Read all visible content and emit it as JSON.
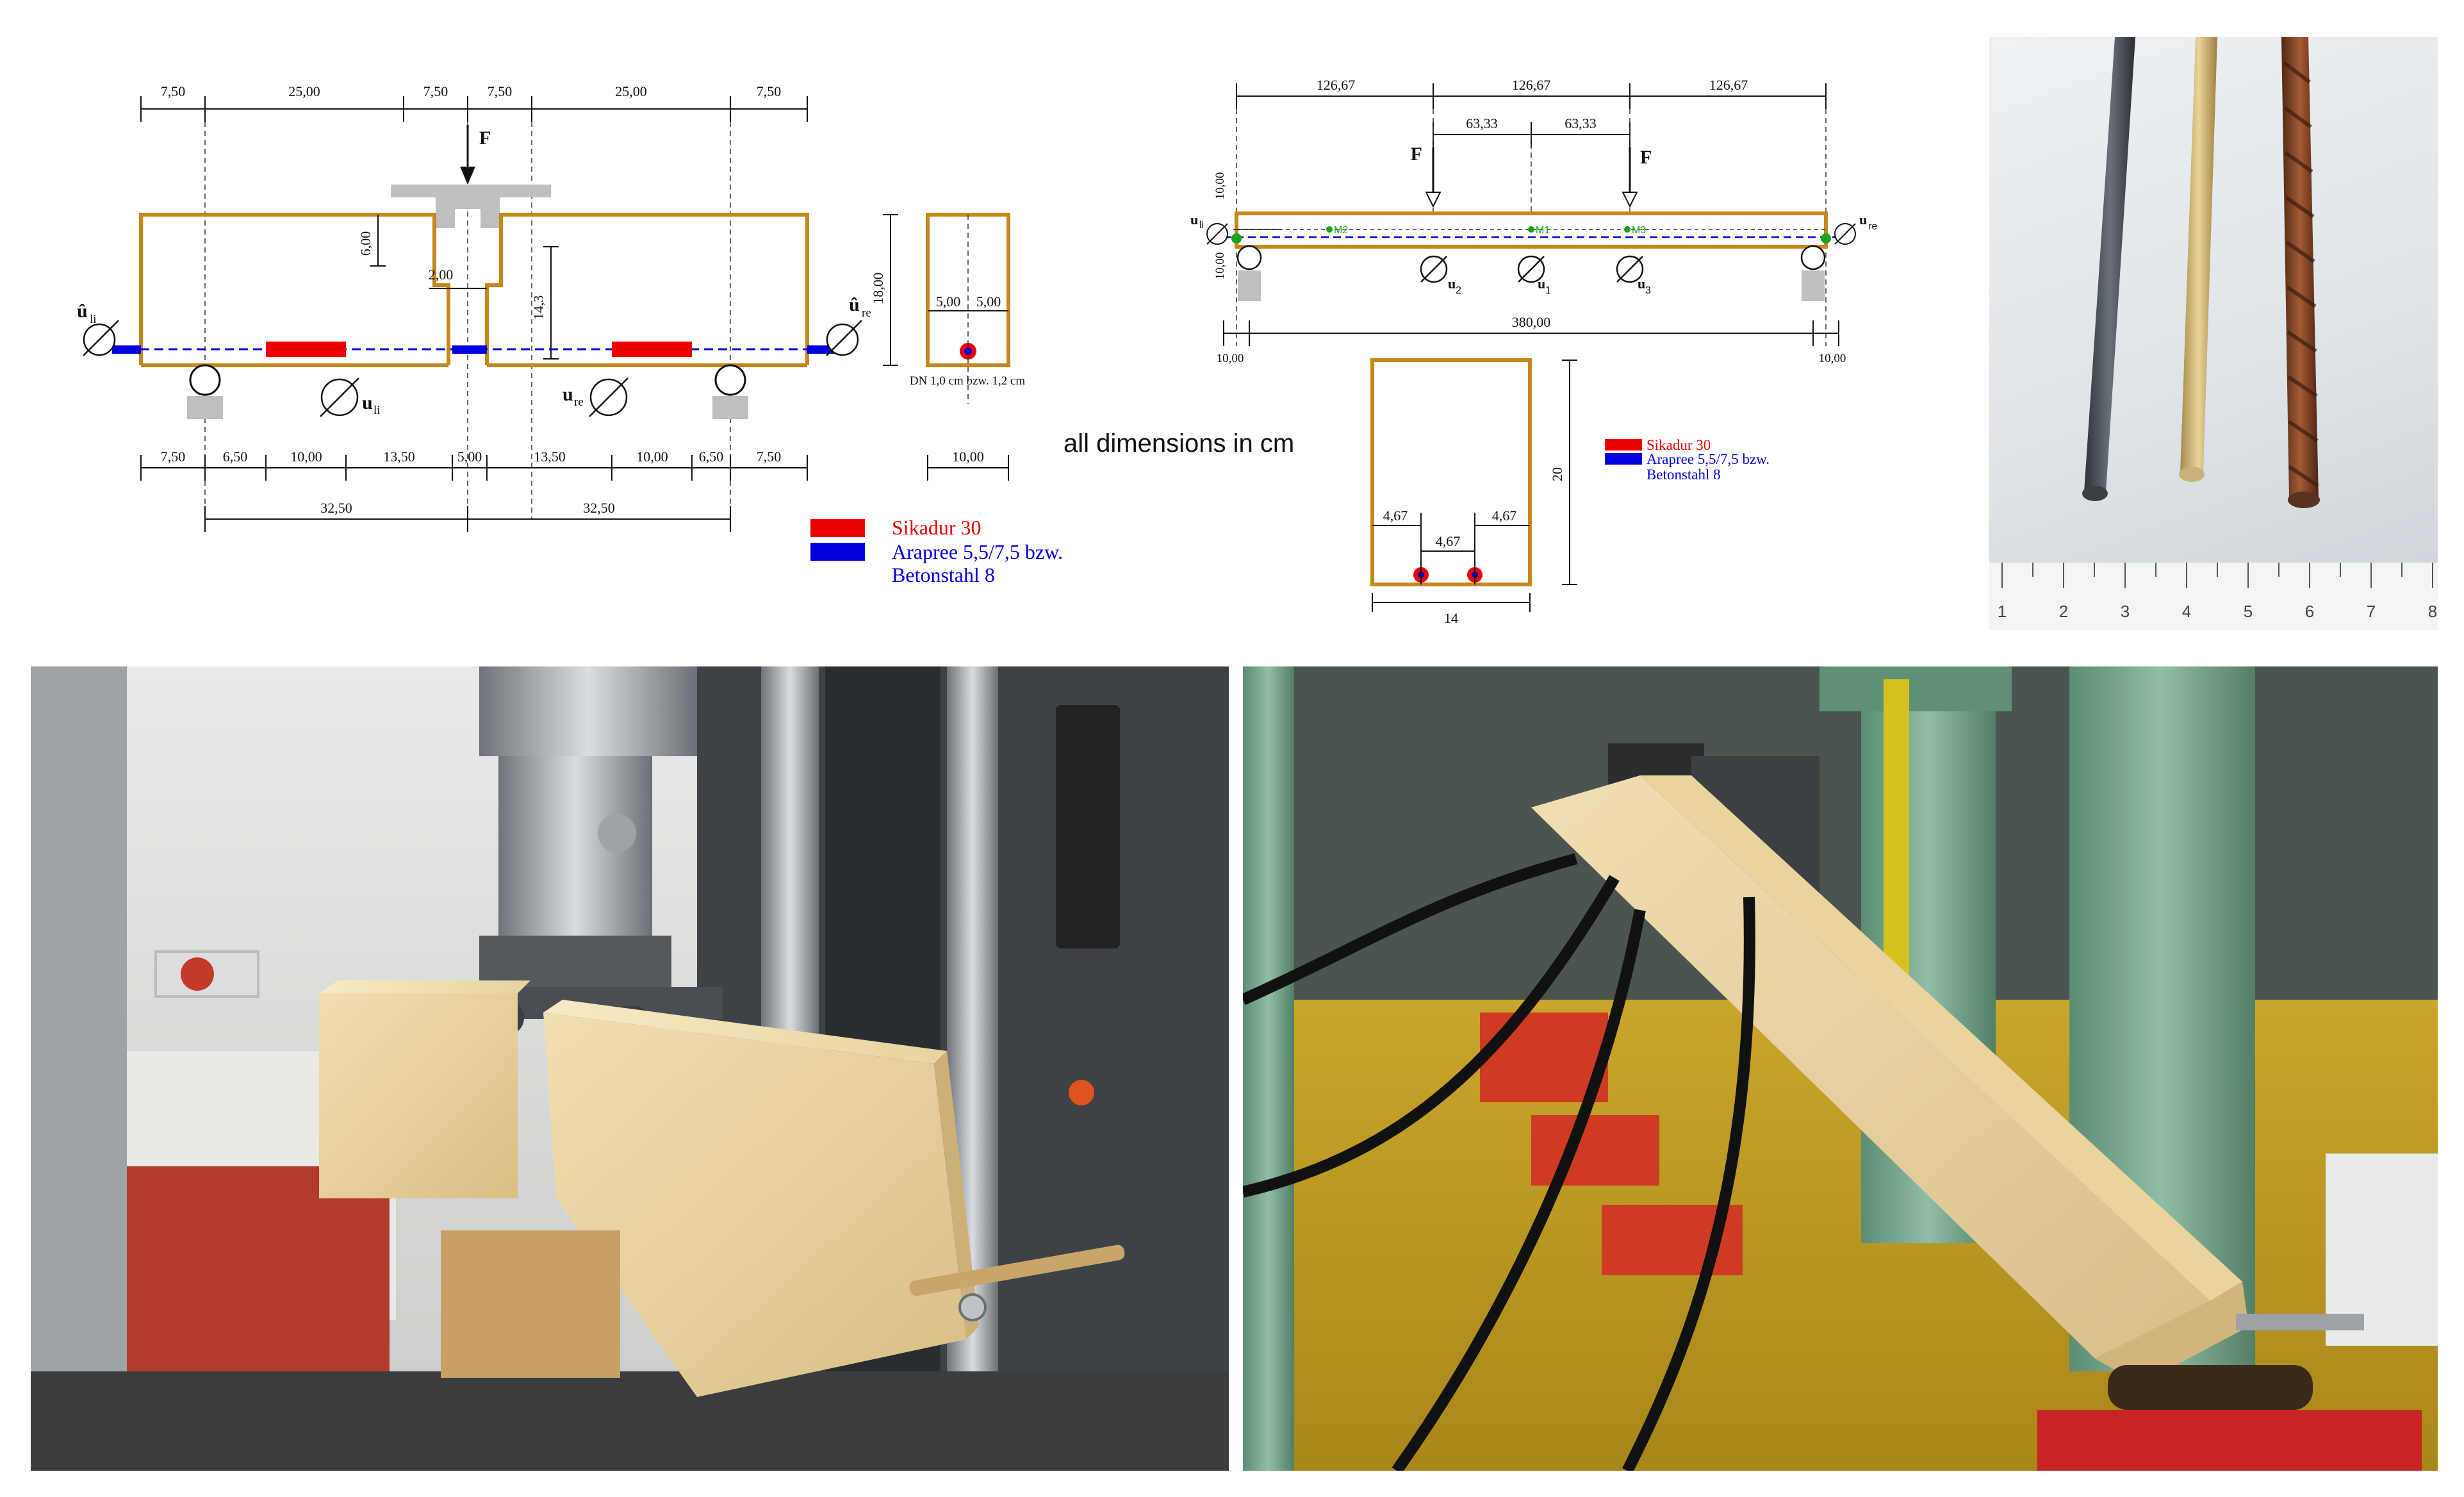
{
  "note": "all dimensions in cm",
  "legend": {
    "sikadur": "Sikadur 30",
    "arapree_line1": "Arapree 5,5/7,5 bzw.",
    "arapree_line2": "Betonstahl 8"
  },
  "left_diagram": {
    "force_label": "F",
    "top_dims": [
      "7,50",
      "25,00",
      "7,50",
      "7,50",
      "25,00",
      "7,50"
    ],
    "bottom_dims": [
      "7,50",
      "6,50",
      "10,00",
      "13,50",
      "5,00",
      "13,50",
      "10,00",
      "6,50",
      "7,50"
    ],
    "bottom_totals": [
      "32,50",
      "32,50"
    ],
    "vertical_dims": [
      "6,00",
      "2,00",
      "14,3",
      "18,00"
    ],
    "sensors": {
      "ul_hat": "û",
      "ul_hat_sub": "li",
      "ur_hat": "û",
      "ur_hat_sub": "re",
      "ul": "u",
      "ul_sub": "li",
      "ur": "u",
      "ur_sub": "re"
    },
    "section_dims": {
      "left": "5,00",
      "right": "5,00",
      "width": "10,00",
      "note": "DN 1,0 cm bzw. 1,2 cm"
    }
  },
  "middle_diagram": {
    "top_dims": [
      "126,67",
      "126,67",
      "126,67"
    ],
    "inner_dims": [
      "63,33",
      "63,33"
    ],
    "force_label": "F",
    "vertical_dims": [
      "10,00",
      "10,00"
    ],
    "measure_points": [
      "M2",
      "M1",
      "M3"
    ],
    "span": "380,00",
    "overhangs": [
      "10,00",
      "10,00"
    ],
    "sensors": {
      "uli": "u",
      "uli_sub": "li",
      "ure": "u",
      "ure_sub": "re",
      "u1": "u",
      "u1_sub": "1",
      "u2": "u",
      "u2_sub": "2",
      "u3": "u",
      "u3_sub": "3"
    },
    "section_dims": {
      "height": "20",
      "a": "4,67",
      "b": "4,67",
      "c": "4,67",
      "width": "14"
    }
  },
  "ruler_labels": [
    "1",
    "2",
    "3",
    "4",
    "5",
    "6",
    "7",
    "8"
  ],
  "colors": {
    "timber": "#c8871a",
    "sikadur": "#ee0000",
    "arapree": "#0000dd",
    "support": "#bfbfbf",
    "marker": "#1aa31a"
  }
}
